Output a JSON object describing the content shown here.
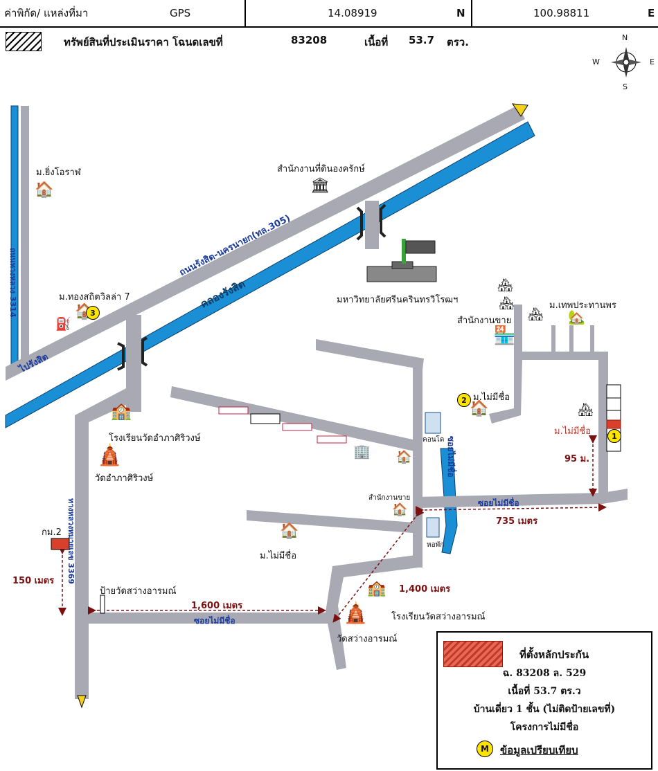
{
  "header": {
    "coord_label": "ค่าพิกัด/  แหล่งที่มา",
    "source": "GPS",
    "lat": "14.08919",
    "lat_dir": "N",
    "lon": "100.98811",
    "lon_dir": "E"
  },
  "property_row": {
    "text": "ทรัพย์สินที่ประเมินราคา โฉนดเลขที่",
    "deed_no": "83208",
    "area_label": "เนื้อที่",
    "area": "53.7",
    "unit": "ตรว."
  },
  "compass": {
    "n": "N",
    "s": "S",
    "e": "E",
    "w": "W"
  },
  "places": {
    "ying_orapha": "ม.ยิ่งโอราฬ",
    "land_office": "สำนักงานที่ดินองครักษ์",
    "thongsathit": "ม.ทองสถิตวิลล่า 7",
    "swu": "มหาวิทยาลัยศรีนครินทรวิโรฒฯ",
    "sales_office": "สำนักงานขาย",
    "thep_prathan": "ม.เทพประทานพร",
    "school_ampha": "โรงเรียนวัดอำภาศิริวงษ์",
    "wat_ampha": "วัดอำภาศิริวงษ์",
    "no_name_1": "ม.ไม่มีชื่อ",
    "no_name_2": "ม.ไม่มีชื่อ",
    "no_name_3": "ม.ไม่มีชื่อ",
    "condo": "คอนโด",
    "dorm": "หอพัก",
    "sales_office_small": "สำนักงานขาย",
    "km2": "กม.2",
    "sign_wat_sawang": "ป้ายวัดสว่างอารมณ์",
    "school_sawang": "โรงเรียนวัดสว่างอารมณ์",
    "wat_sawang": "วัดสว่างอารมณ์"
  },
  "roads": {
    "rangsit_nakhon_nayok": "ถนนรังสิต-นครนายก(ทล.305)",
    "khlong_rangsit": "คลองรังสิต",
    "rd_3314": "ถนนทางหลวง 3314",
    "rd_3369": "ทางหลวงหมายเลข 3369",
    "to_rangsit": "ไปรังสิต",
    "soi_no_name_a": "ซอยไม่มีชื่อ",
    "soi_no_name_b": "ซอยไม่มีชื่อ",
    "soi_no_name_c": "ซอยไม่มีชื่อ"
  },
  "distances": {
    "d95": "95 ม.",
    "d735": "735 เมตร",
    "d150": "150 เมตร",
    "d1600": "1,600 เมตร",
    "d1400": "1,400 เมตร"
  },
  "badges": {
    "b1": "1",
    "b2": "2",
    "b3": "3"
  },
  "legend": {
    "subject_title": "ที่ตั้งหลักประกัน",
    "deed_line": "ฉ. 83208 ล. 529",
    "area_line": "เนื้อที่ 53.7 ตร.ว",
    "house_line": "บ้านเดี่ยว 1 ชั้น (ไม่ติดป้ายเลขที่)",
    "project_line": "โครงการไม่มีชื่อ",
    "comp_symbol": "M",
    "comp_label": "ข้อมูลเปรียบเทียบ"
  },
  "colors": {
    "road": "#a9a9b3",
    "canal": "#1b8fd6",
    "subject": "#d9402b",
    "badge": "#ffe400",
    "distance": "#7a1010"
  }
}
